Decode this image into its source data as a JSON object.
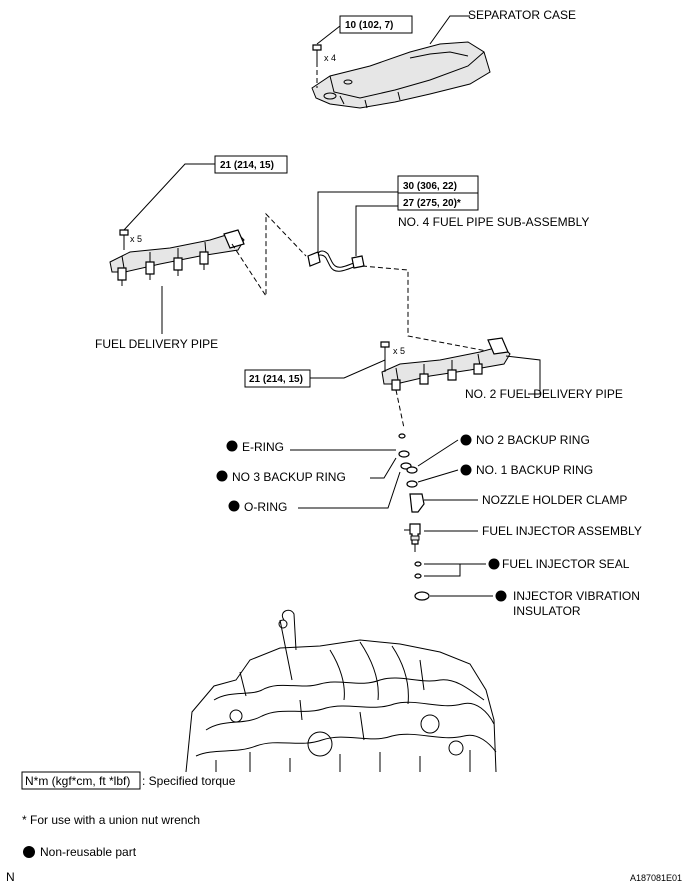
{
  "parts": {
    "separator_case": "SEPARATOR CASE",
    "fuel_delivery_pipe": "FUEL DELIVERY PIPE",
    "no4_fuel_pipe": "NO. 4 FUEL PIPE SUB-ASSEMBLY",
    "no2_fuel_delivery_pipe": "NO. 2 FUEL DELIVERY PIPE",
    "e_ring": "E-RING",
    "no3_backup_ring": "NO  3 BACKUP RING",
    "o_ring": "O-RING",
    "no2_backup_ring": "NO  2 BACKUP RING",
    "no1_backup_ring": "NO. 1 BACKUP RING",
    "nozzle_holder_clamp": "NOZZLE HOLDER CLAMP",
    "fuel_injector_assembly": "FUEL INJECTOR ASSEMBLY",
    "fuel_injector_seal": "FUEL INJECTOR SEAL",
    "injector_vibration_insulator_1": "INJECTOR VIBRATION",
    "injector_vibration_insulator_2": "INSULATOR"
  },
  "torques": {
    "separator_case": "10 (102, 7)",
    "fuel_delivery_pipe": "21 (214, 15)",
    "no4_pipe_a": "30 (306, 22)",
    "no4_pipe_b": "27 (275, 20)*",
    "no2_delivery_pipe": "21 (214, 15)"
  },
  "quantities": {
    "separator_bolts": "x 4",
    "delivery_pipe_bolts": "x 5",
    "no2_pipe_bolts": "x 5"
  },
  "legend": {
    "torque_unit": "N*m (kgf*cm, ft *lbf)",
    "torque_desc": ": Specified torque",
    "union_nut_note": "* For use with a union nut wrench",
    "non_reusable": "Non-reusable part"
  },
  "footer": {
    "left": "N",
    "right": "A187081E01"
  }
}
